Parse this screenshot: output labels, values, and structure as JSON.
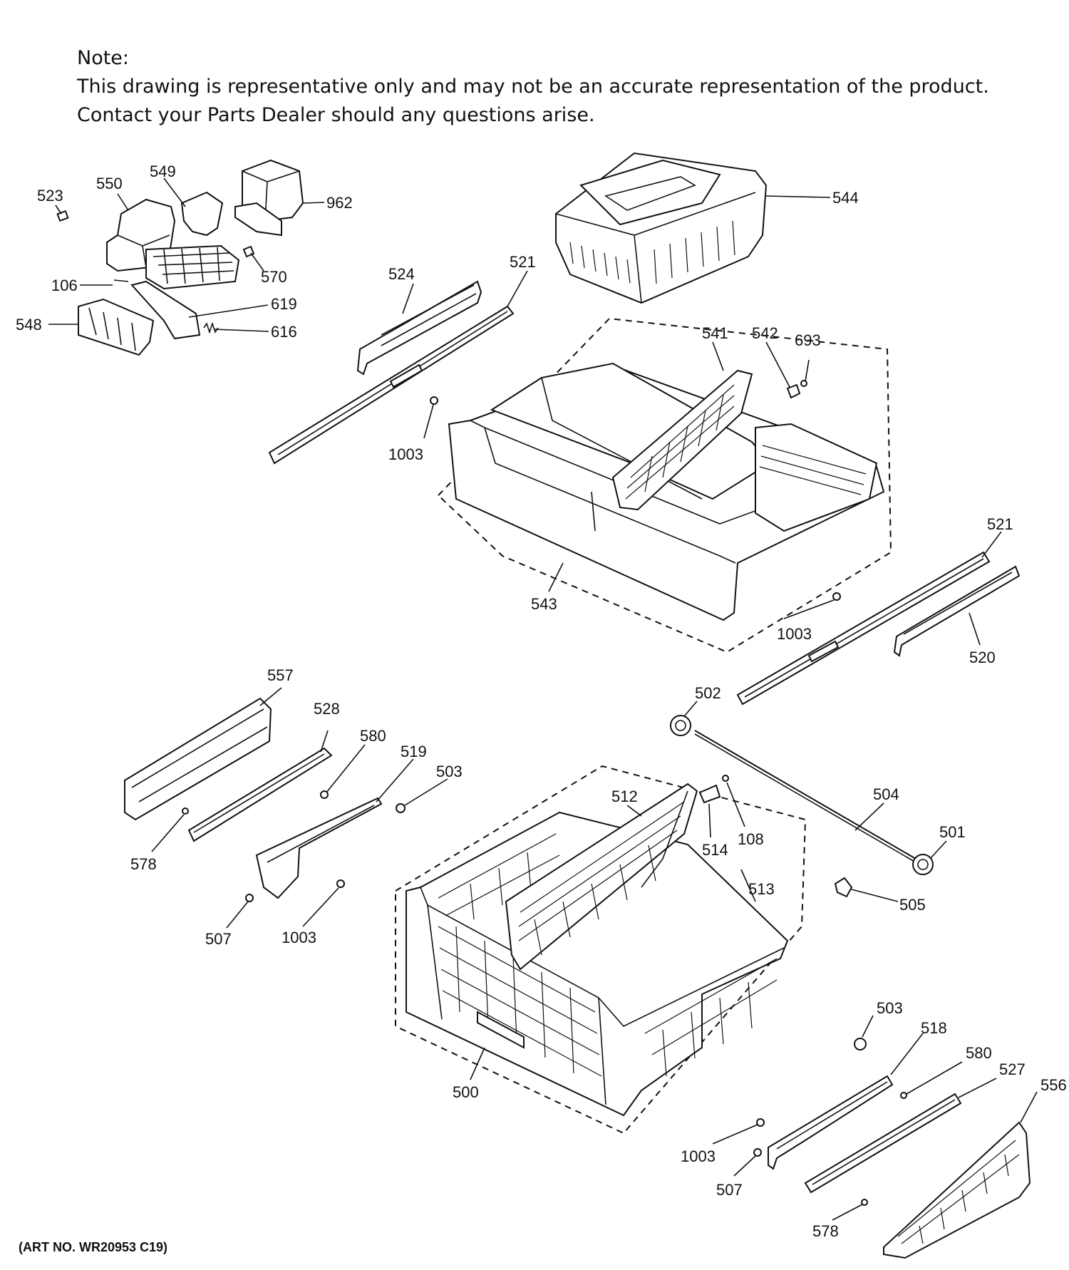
{
  "note": {
    "heading": "Note:",
    "line1": "This drawing is representative only and may not be an accurate representation of the product.",
    "line2": "Contact your Parts Dealer should any questions arise."
  },
  "art_number": "(ART NO. WR20953 C19)",
  "callouts": {
    "p523": "523",
    "p550": "550",
    "p549": "549",
    "p962": "962",
    "p106": "106",
    "p570": "570",
    "p619": "619",
    "p548": "548",
    "p616": "616",
    "p524": "524",
    "p521a": "521",
    "p544": "544",
    "p541": "541",
    "p542": "542",
    "p693": "693",
    "p1003a": "1003",
    "p543": "543",
    "p521b": "521",
    "p1003b": "1003",
    "p520": "520",
    "p557": "557",
    "p528": "528",
    "p580a": "580",
    "p519": "519",
    "p503a": "503",
    "p502": "502",
    "p578a": "578",
    "p512": "512",
    "p514": "514",
    "p108": "108",
    "p504": "504",
    "p501": "501",
    "p513": "513",
    "p505": "505",
    "p507a": "507",
    "p1003c": "1003",
    "p503b": "503",
    "p518": "518",
    "p580b": "580",
    "p527": "527",
    "p556": "556",
    "p500": "500",
    "p1003d": "1003",
    "p507b": "507",
    "p578b": "578"
  }
}
